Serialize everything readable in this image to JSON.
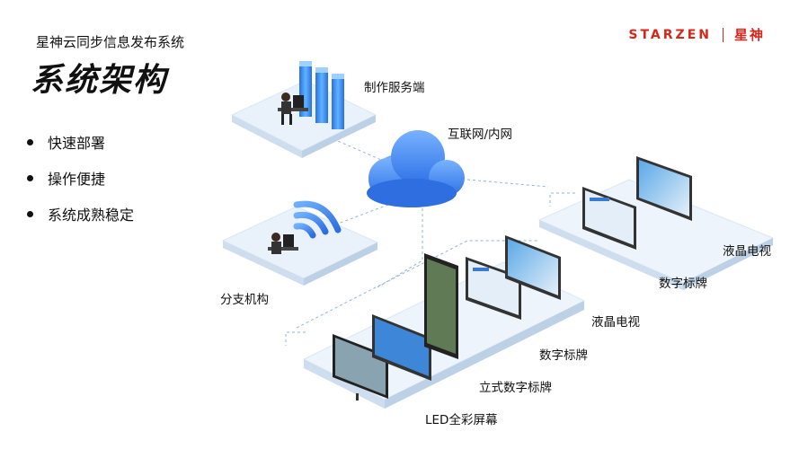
{
  "header": {
    "subtitle": "星神云同步信息发布系统",
    "title": "系统架构",
    "brand_en": "STARZEN",
    "brand_cn": "星神"
  },
  "features": [
    "快速部署",
    "操作便捷",
    "系统成熟稳定"
  ],
  "nodes": {
    "server": "制作服务端",
    "network": "互联网/内网",
    "branch": "分支机构",
    "right_lcd": "液晶电视",
    "right_signage": "数字标牌",
    "front_lcd": "液晶电视",
    "front_signage": "数字标牌",
    "standing_signage": "立式数字标牌",
    "led_screen": "LED全彩屏幕"
  },
  "colors": {
    "brand_red": "#d9261c",
    "cloud_blue": "#3d86f0",
    "platform": "#eef4fb",
    "dashed_line": "#8fb4d6"
  }
}
